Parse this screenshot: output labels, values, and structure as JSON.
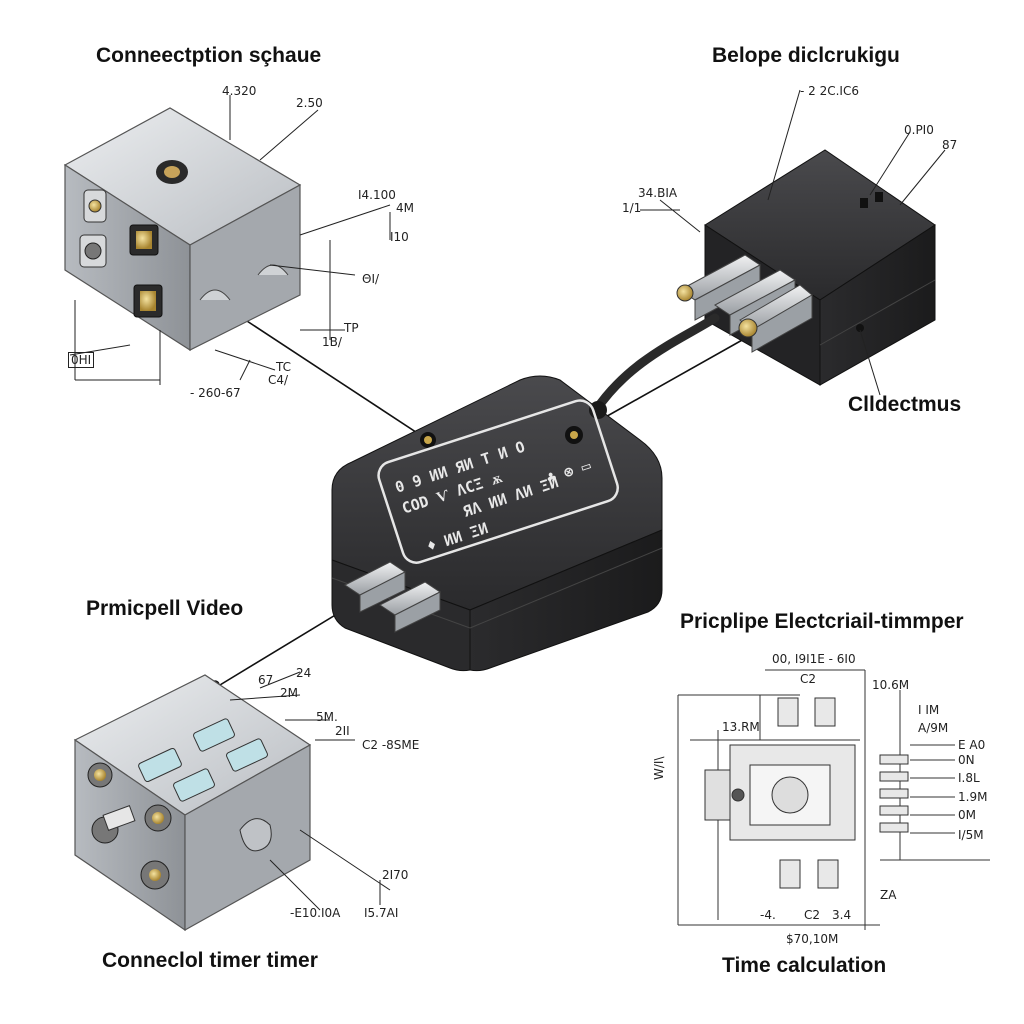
{
  "captions": {
    "top_left": "Conneectption sçhaue",
    "top_right": "Belope diclcrukigu",
    "right_mid": "Clldectmus",
    "mid_left": "Prmicpell Video",
    "mid_right": "Pricplipe Electcriail-timmper",
    "bottom_left": "Conneclol timer timer",
    "bottom_right": "Time calculation"
  },
  "center_device_label": {
    "line1": "0 9 ИИ ЯИ T И О",
    "line2": "COD Ѵ ΛСΞ ѫ",
    "line3": "ЯΛ  ИИ ΛИ ΞИ",
    "line4": "♦ ИИ ΞИ",
    "line5": "♣  ⊗ ▭"
  },
  "dims_top_left": {
    "d1": "4.320",
    "d2": "2.50",
    "d3": "I4.100",
    "d4": "4M",
    "d5": "I10",
    "d6": "ΘI/",
    "d7": "TP",
    "d8": "1B/",
    "d9": "TC",
    "d10": "C4/",
    "d11": "0HI",
    "d12": "- 260-67"
  },
  "dims_top_right": {
    "d1": "- 2 2C.IC6",
    "d2": "0.PI0",
    "d3": "87",
    "d4": "34.BIA",
    "d5": "1/1"
  },
  "dims_bottom_left": {
    "d1": "67",
    "d2": "24",
    "d3": "2M",
    "d4": "5M.",
    "d5": "2II",
    "d6": "C2 -8SME",
    "d7": "2I70",
    "d8": "-E10.I0A",
    "d9": "I5.7AI"
  },
  "dims_bottom_right": {
    "d1": "00, I9I1E - 6I0",
    "d2": "C2",
    "d3": "10.6M",
    "d4": "13.RM",
    "d5": "I IM",
    "d6": "A/9M",
    "d7": "E A0",
    "d8": "0N",
    "d9": "I.8L",
    "d10": "1.9M",
    "d11": "0M",
    "d12": "I/5M",
    "d13": "-4.",
    "d14": "C2",
    "d15": "3.4",
    "d16": "ZA",
    "d17": "$70,10M",
    "d18": "W/I\\"
  },
  "colors": {
    "device_body": "#2e2e30",
    "metal_light": "#c9ccd0",
    "metal_dark": "#8d9196",
    "brass": "#c8a64a",
    "line": "#111111",
    "blueprint": "#333333"
  }
}
